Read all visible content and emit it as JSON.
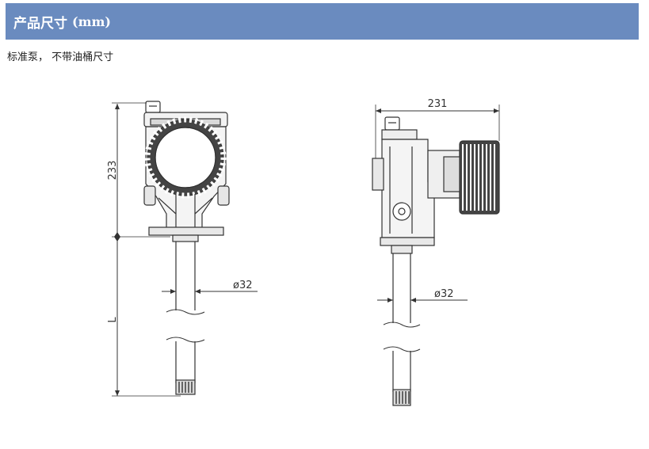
{
  "header": {
    "title": "产品尺寸",
    "unit": "(mm)"
  },
  "subtitle": "标准泵， 不带油桶尺寸",
  "front_view": {
    "height_label": "233",
    "length_label": "L",
    "diameter_label": "ø32"
  },
  "side_view": {
    "width_label": "231",
    "diameter_label": "ø32"
  },
  "colors": {
    "header_bg": "#6a8bbf",
    "header_text": "#ffffff",
    "line": "#333333"
  }
}
